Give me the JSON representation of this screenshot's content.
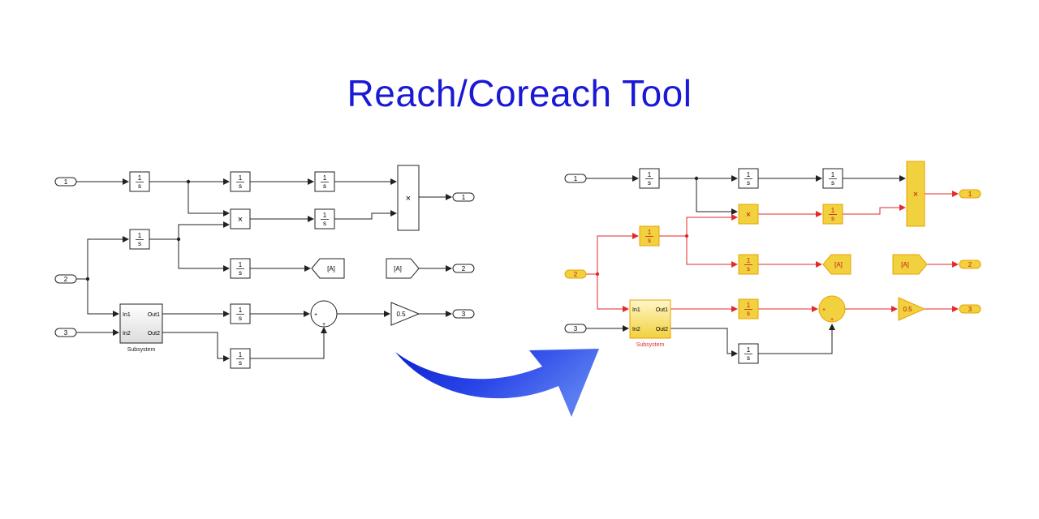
{
  "title": "Reach/Coreach Tool",
  "blocks": {
    "integrator_num": "1",
    "integrator_den": "s",
    "product": "×",
    "goto_tag": "[A]",
    "from_tag": "[A]",
    "gain": "0.5",
    "sum_plus": "+",
    "subsystem_name": "Subsystem",
    "subsystem_in1": "In1",
    "subsystem_in2": "In2",
    "subsystem_out1": "Out1",
    "subsystem_out2": "Out2"
  },
  "inports": [
    "1",
    "2",
    "3"
  ],
  "outports": [
    "1",
    "2",
    "3"
  ],
  "colors": {
    "title": "#1a1ad6",
    "highlight_line": "#e32a2a",
    "highlight_fill": "#f2d13e",
    "highlight_border": "#e8a200",
    "normal_line": "#222222",
    "arrow_dark": "#0a1fd0",
    "arrow_light": "#5a7cf0"
  }
}
